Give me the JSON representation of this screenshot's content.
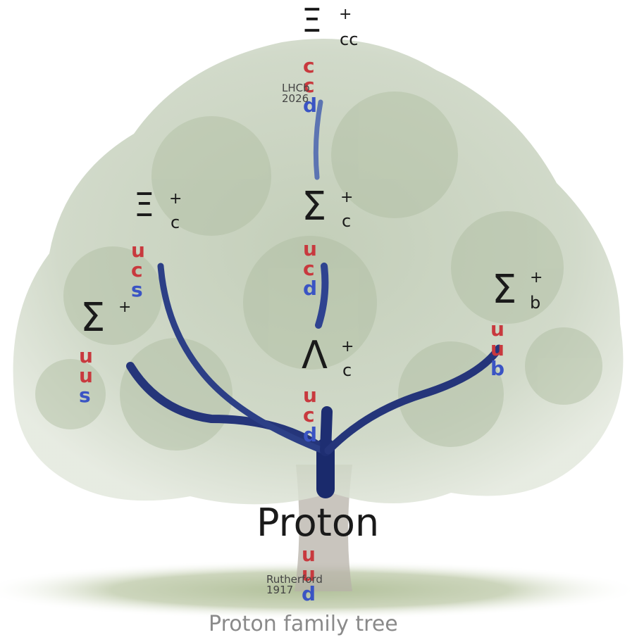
{
  "colors": {
    "red": "#c8393e",
    "blue": "#3a54c4",
    "branch": "#1a2a6c",
    "branch_light": "#5c74b2",
    "symbol": "#1a1a1a"
  },
  "caption": "Proton family tree",
  "nodes": {
    "xi_cc": {
      "symbol": "Ξ",
      "sup": "+",
      "sub": "cc",
      "quarks": [
        "c",
        "c",
        "d"
      ],
      "note": "LHCb 2026"
    },
    "xi_c": {
      "symbol": "Ξ",
      "sup": "+",
      "sub": "c",
      "quarks": [
        "u",
        "c",
        "s"
      ]
    },
    "sigma_c": {
      "symbol": "Σ",
      "sup": "+",
      "sub": "c",
      "quarks": [
        "u",
        "c",
        "d"
      ]
    },
    "sigma": {
      "symbol": "Σ",
      "sup": "+",
      "sub": "",
      "quarks": [
        "u",
        "u",
        "s"
      ]
    },
    "lambda_c": {
      "symbol": "Λ",
      "sup": "+",
      "sub": "c",
      "quarks": [
        "u",
        "c",
        "d"
      ]
    },
    "sigma_b": {
      "symbol": "Σ",
      "sup": "+",
      "sub": "b",
      "quarks": [
        "u",
        "u",
        "b"
      ]
    },
    "proton": {
      "name": "Proton",
      "quarks": [
        "u",
        "u",
        "d"
      ],
      "note": "Rutherford 1917"
    }
  }
}
